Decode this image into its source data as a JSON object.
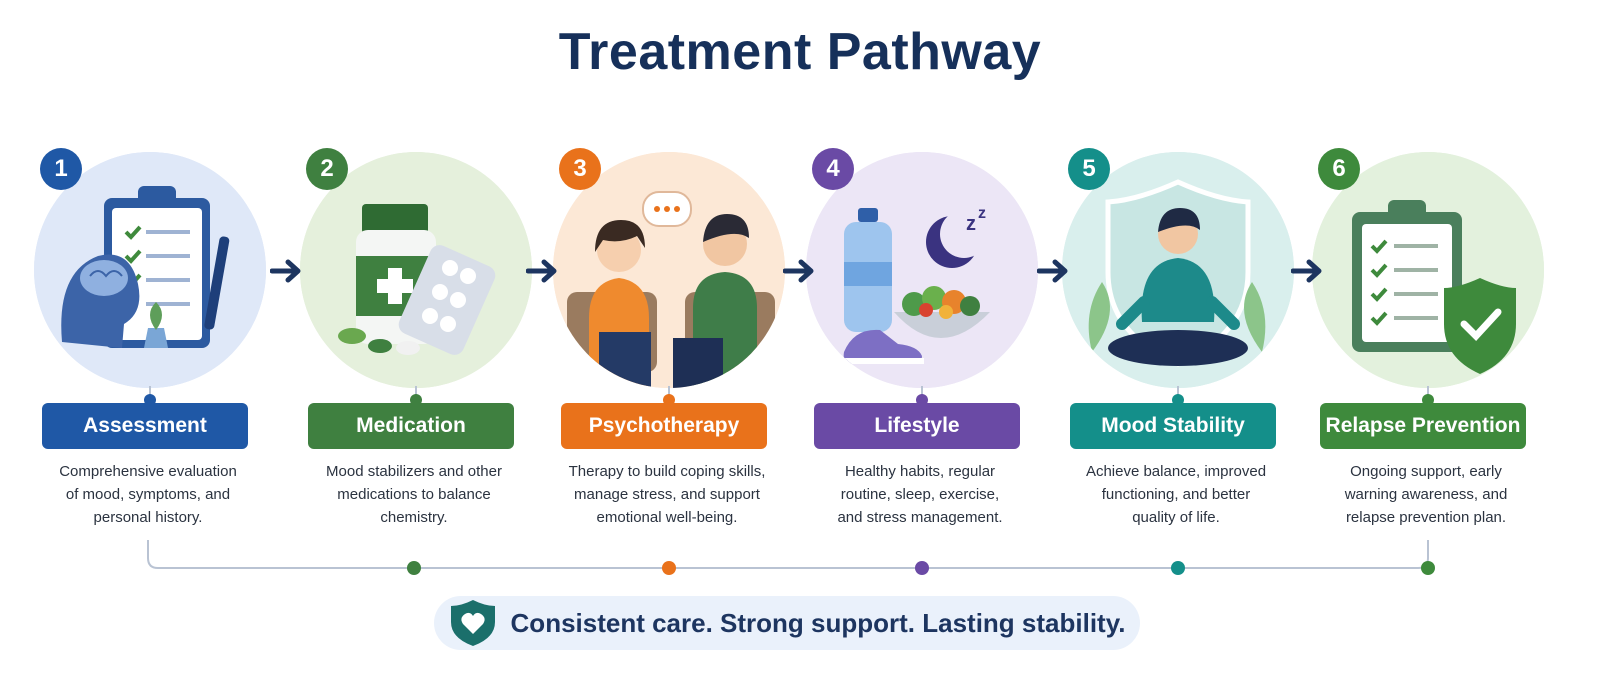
{
  "title": "Treatment Pathway",
  "steps": [
    {
      "num": "1",
      "label": "Assessment",
      "color": "#1f58a6",
      "bg": "#dfe8f8",
      "desc_lines": [
        "Comprehensive evaluation",
        "of mood, symptoms, and",
        "personal history."
      ]
    },
    {
      "num": "2",
      "label": "Medication",
      "color": "#3f8040",
      "bg": "#e5f0dc",
      "desc_lines": [
        "Mood stabilizers and other",
        "medications to balance",
        "chemistry."
      ]
    },
    {
      "num": "3",
      "label": "Psychotherapy",
      "color": "#e9721b",
      "bg": "#fce8d6",
      "desc_lines": [
        "Therapy to build coping skills,",
        "manage stress, and support",
        "emotional well-being."
      ]
    },
    {
      "num": "4",
      "label": "Lifestyle",
      "color": "#6a4aa5",
      "bg": "#ece6f6",
      "desc_lines": [
        "Healthy habits, regular",
        "routine, sleep, exercise,",
        "and stress management."
      ]
    },
    {
      "num": "5",
      "label": "Mood Stability",
      "color": "#148f8a",
      "bg": "#d9efed",
      "desc_lines": [
        "Achieve balance, improved",
        "functioning, and better",
        "quality of life."
      ]
    },
    {
      "num": "6",
      "label": "Relapse Prevention",
      "color": "#3e8a3c",
      "bg": "#e3f1dd",
      "desc_lines": [
        "Ongoing support, early",
        "warning awareness, and",
        "relapse prevention plan."
      ]
    }
  ],
  "icons": [
    "clipboard-brain-icon",
    "pill-bottle-icon",
    "therapy-conversation-icon",
    "healthy-lifestyle-icon",
    "meditation-shield-icon",
    "checklist-shield-icon"
  ],
  "footer": {
    "text": "Consistent care. Strong support. Lasting stability.",
    "icon": "heart-shield-icon",
    "color": "#1b6f6b"
  },
  "colors": {
    "title": "#16305a",
    "arrow": "#1d3560",
    "timeline": "#b9c3d3"
  }
}
